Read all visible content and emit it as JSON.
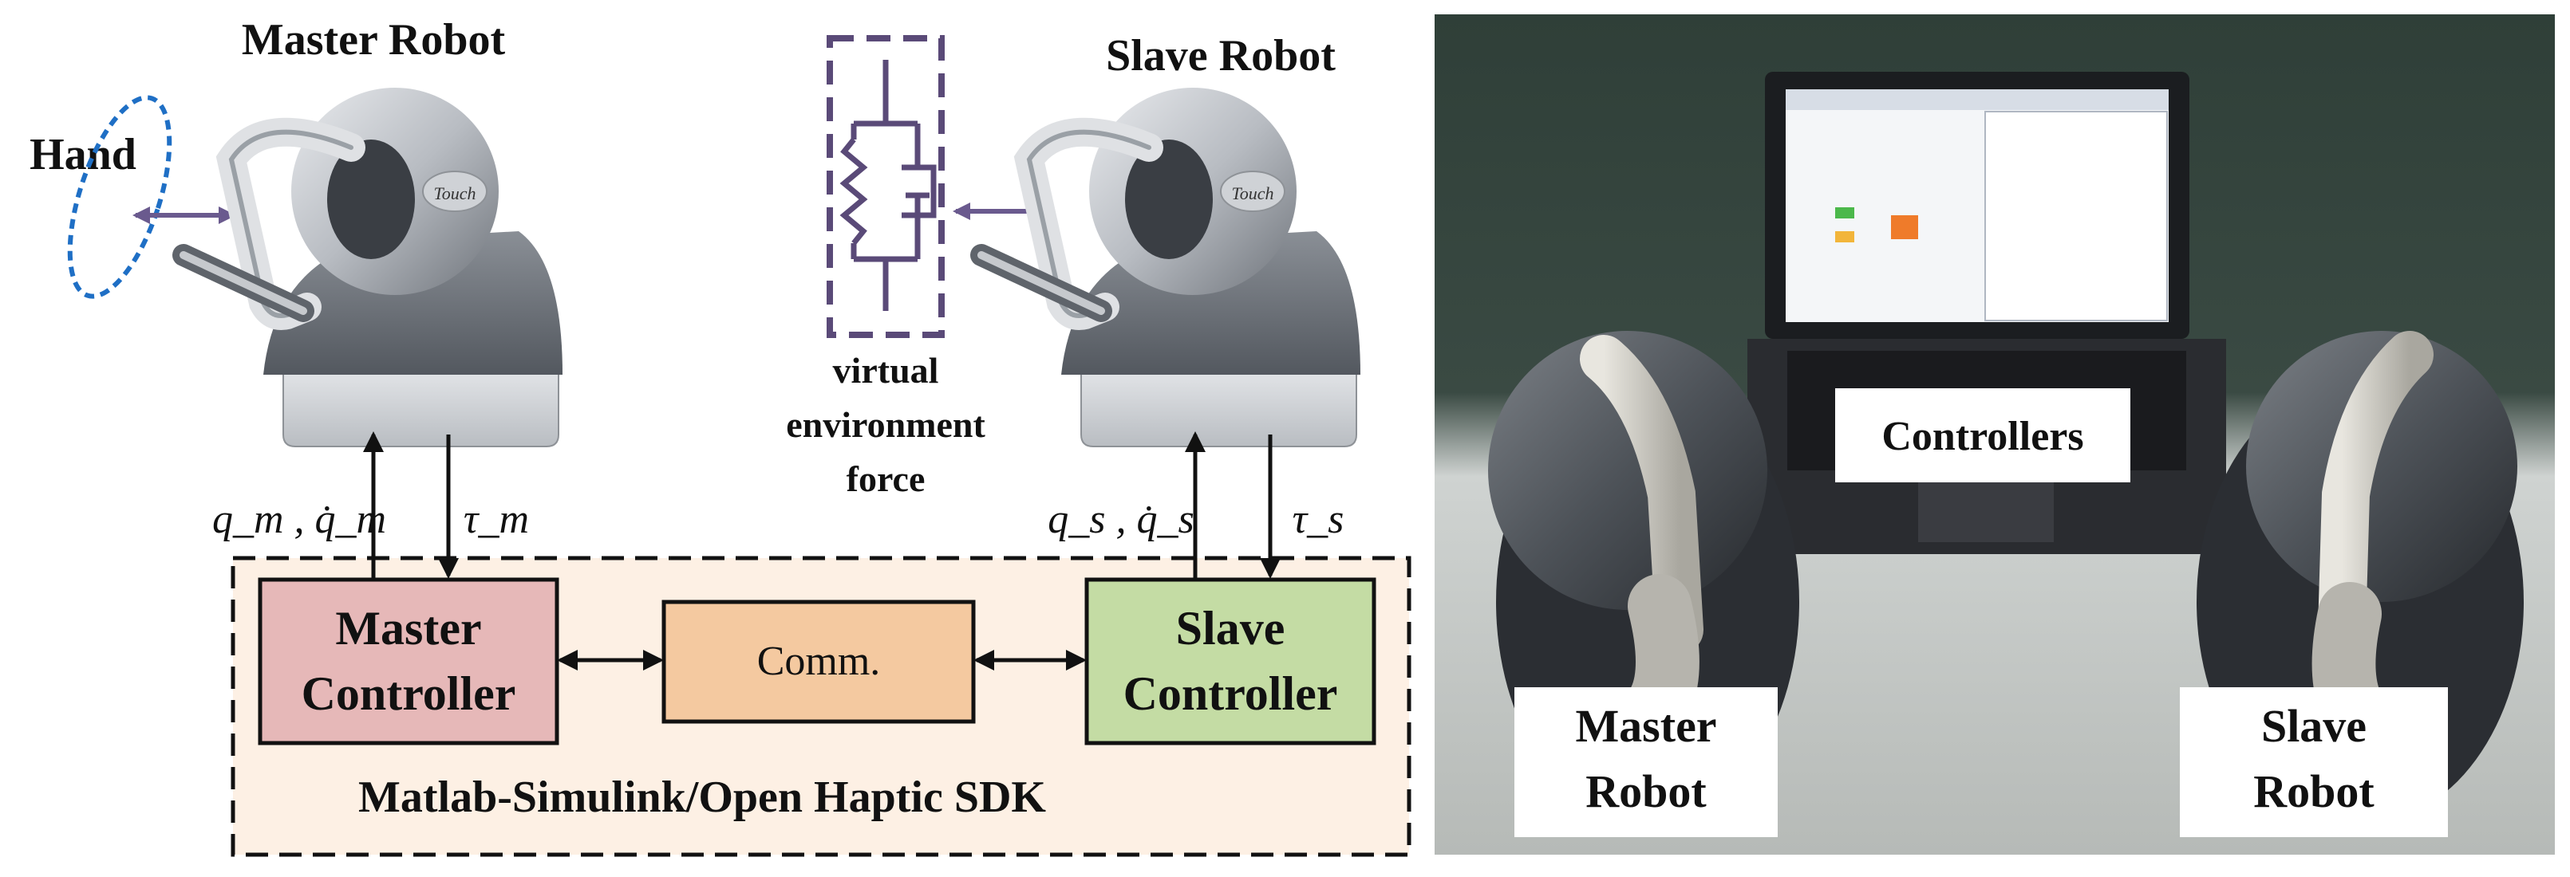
{
  "diagram": {
    "master_robot_title": "Master Robot",
    "slave_robot_title": "Slave Robot",
    "hand_label": "Hand",
    "virtual_env_line1": "virtual",
    "virtual_env_line2": "environment",
    "virtual_env_line3": "force",
    "master_state": "q_m , q̇_m",
    "master_torque": "τ_m",
    "slave_state": "q_s , q̇_s",
    "slave_torque": "τ_s",
    "master_controller_line1": "Master",
    "master_controller_line2": "Controller",
    "comm_label": "Comm.",
    "slave_controller_line1": "Slave",
    "slave_controller_line2": "Controller",
    "software_label": "Matlab-Simulink/Open Haptic SDK",
    "device_brand": "Touch"
  },
  "photo": {
    "controllers_label": "Controllers",
    "master_robot_line1": "Master",
    "master_robot_line2": "Robot",
    "slave_robot_line1": "Slave",
    "slave_robot_line2": "Robot"
  },
  "colors": {
    "master_controller_fill": "#e6b8b8",
    "comm_fill": "#f4c9a0",
    "slave_controller_fill": "#c4dca4",
    "software_region_fill": "#fdf0e4",
    "virtual_env_purple": "#5a4a78",
    "hand_ellipse_blue": "#1f6fc5",
    "arrow_purple": "#6a5a8e"
  }
}
